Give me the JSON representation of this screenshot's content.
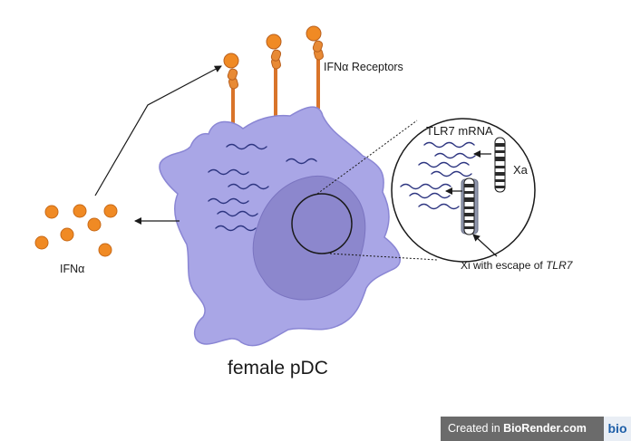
{
  "labels": {
    "receptors": "IFNα Receptors",
    "ifna": "IFNα",
    "mrna": "TLR7 mRNA",
    "xa": "Xa",
    "xi_prefix": "Xi with escape of ",
    "xi_gene": "TLR7",
    "cell": "female pDC"
  },
  "watermark": {
    "prefix": "Created in ",
    "brand": "BioRender.com",
    "logo": "bio"
  },
  "colors": {
    "cell_fill": "#a9a6e6",
    "cell_stroke": "#8a86d4",
    "nucleus_fill": "#8c87cd",
    "ligand": "#f08a24",
    "receptor": "#d9742a",
    "mrna": "#2d3580"
  }
}
